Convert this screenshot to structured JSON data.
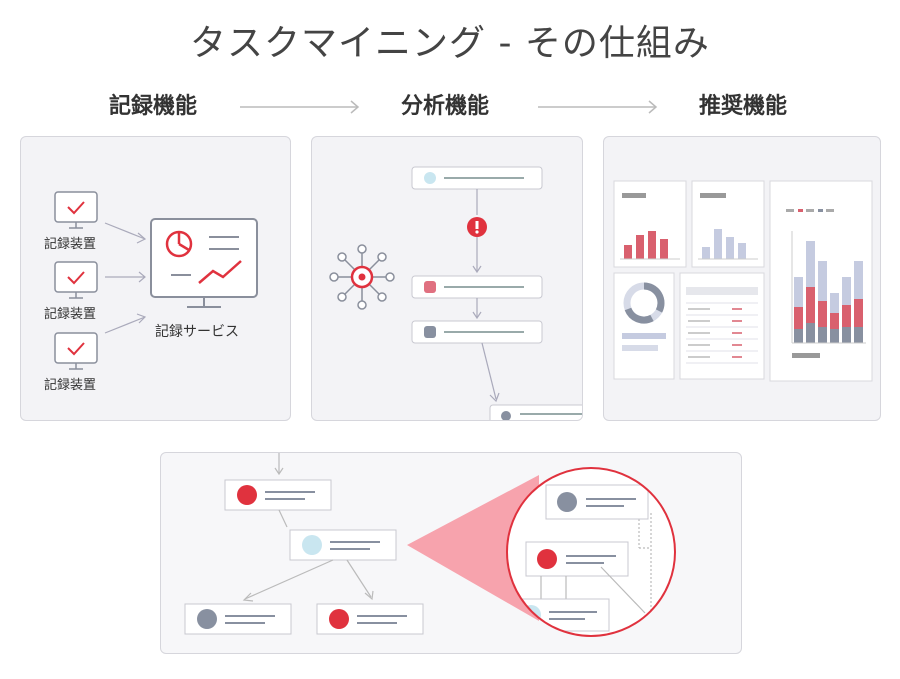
{
  "title": "タスクマイニング - その仕組み",
  "stages": {
    "record": "記録機能",
    "analyze": "分析機能",
    "recommend": "推奨機能"
  },
  "record_panel": {
    "devices": [
      "記録装置",
      "記録装置",
      "記録装置"
    ],
    "service": "記録サービス"
  },
  "colors": {
    "accent_red": "#e0323e",
    "slate": "#8890a0",
    "light_blue": "#c9e6f0",
    "bar_blue": "#c5cbe0",
    "pink_zoom": "#f7a3ad"
  },
  "icons": [
    "monitor-check-icon",
    "dashboard-monitor-icon",
    "process-hub-icon",
    "alert-icon",
    "donut-chart-icon"
  ]
}
